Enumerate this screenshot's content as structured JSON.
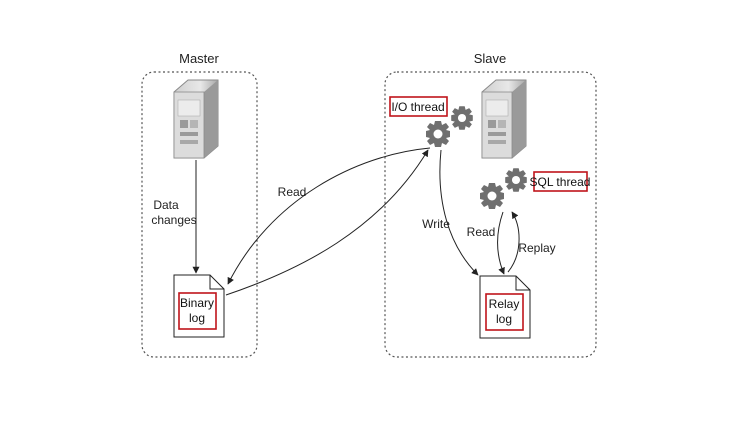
{
  "master": {
    "title": "Master",
    "data_changes_line1": "Data",
    "data_changes_line2": "changes",
    "binary_log_line1": "Binary",
    "binary_log_line2": "log"
  },
  "slave": {
    "title": "Slave",
    "io_thread": "I/O thread",
    "sql_thread": "SQL thread",
    "relay_log_line1": "Relay",
    "relay_log_line2": "log"
  },
  "edges": {
    "read_master": "Read",
    "write": "Write",
    "read_relay": "Read",
    "replay": "Replay"
  },
  "colors": {
    "highlight": "#c0141b",
    "gear": "#6f6f6f",
    "server_body": "#d9d9d9",
    "server_shade": "#9a9a9a",
    "line": "#222222"
  }
}
